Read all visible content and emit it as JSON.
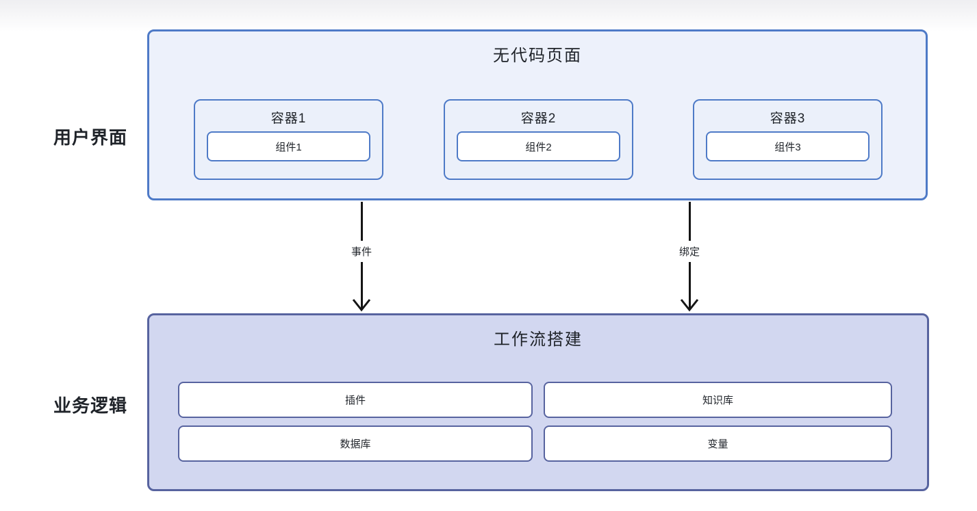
{
  "diagram": {
    "row_labels": [
      {
        "id": "user-interface",
        "text": "用户界面"
      },
      {
        "id": "business-logic",
        "text": "业务逻辑"
      }
    ],
    "ui_panel": {
      "title": "无代码页面",
      "fill": "#EDF1FB",
      "border": "#4E7AC7",
      "containers": [
        {
          "title": "容器1",
          "component": "组件1"
        },
        {
          "title": "容器2",
          "component": "组件2"
        },
        {
          "title": "容器3",
          "component": "组件3"
        }
      ]
    },
    "connectors": [
      {
        "label": "事件"
      },
      {
        "label": "绑定"
      }
    ],
    "logic_panel": {
      "title": "工作流搭建",
      "fill": "#D2D7F0",
      "border": "#57639F",
      "items": [
        "插件",
        "知识库",
        "数据库",
        "变量"
      ]
    },
    "arrow_color": "#151515"
  }
}
